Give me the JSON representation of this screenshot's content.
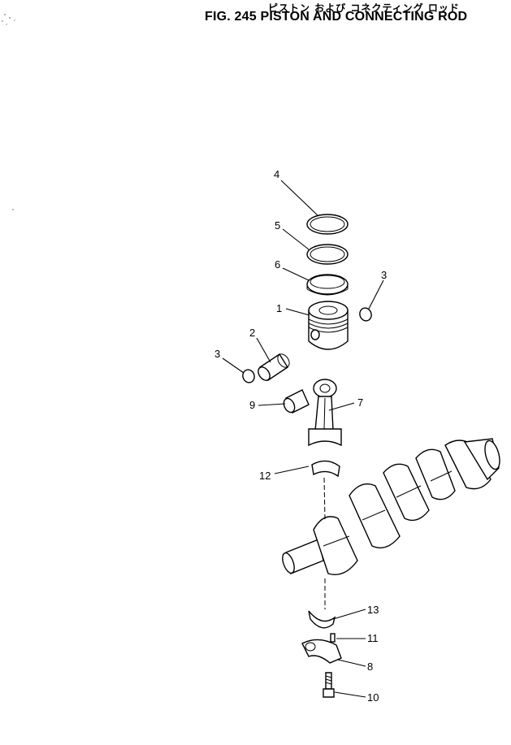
{
  "header": {
    "title_jp": "ピストン および コネクティング ロッド",
    "title_en": "FIG. 245  PISTON AND CONNECTING ROD"
  },
  "callouts": [
    {
      "id": "callout-4",
      "text": "4"
    },
    {
      "id": "callout-5",
      "text": "5"
    },
    {
      "id": "callout-6",
      "text": "6"
    },
    {
      "id": "callout-3a",
      "text": "3"
    },
    {
      "id": "callout-1",
      "text": "1"
    },
    {
      "id": "callout-2",
      "text": "2"
    },
    {
      "id": "callout-3b",
      "text": "3"
    },
    {
      "id": "callout-9",
      "text": "9"
    },
    {
      "id": "callout-7",
      "text": "7"
    },
    {
      "id": "callout-12",
      "text": "12"
    },
    {
      "id": "callout-13",
      "text": "13"
    },
    {
      "id": "callout-11",
      "text": "11"
    },
    {
      "id": "callout-8",
      "text": "8"
    },
    {
      "id": "callout-10",
      "text": "10"
    }
  ]
}
